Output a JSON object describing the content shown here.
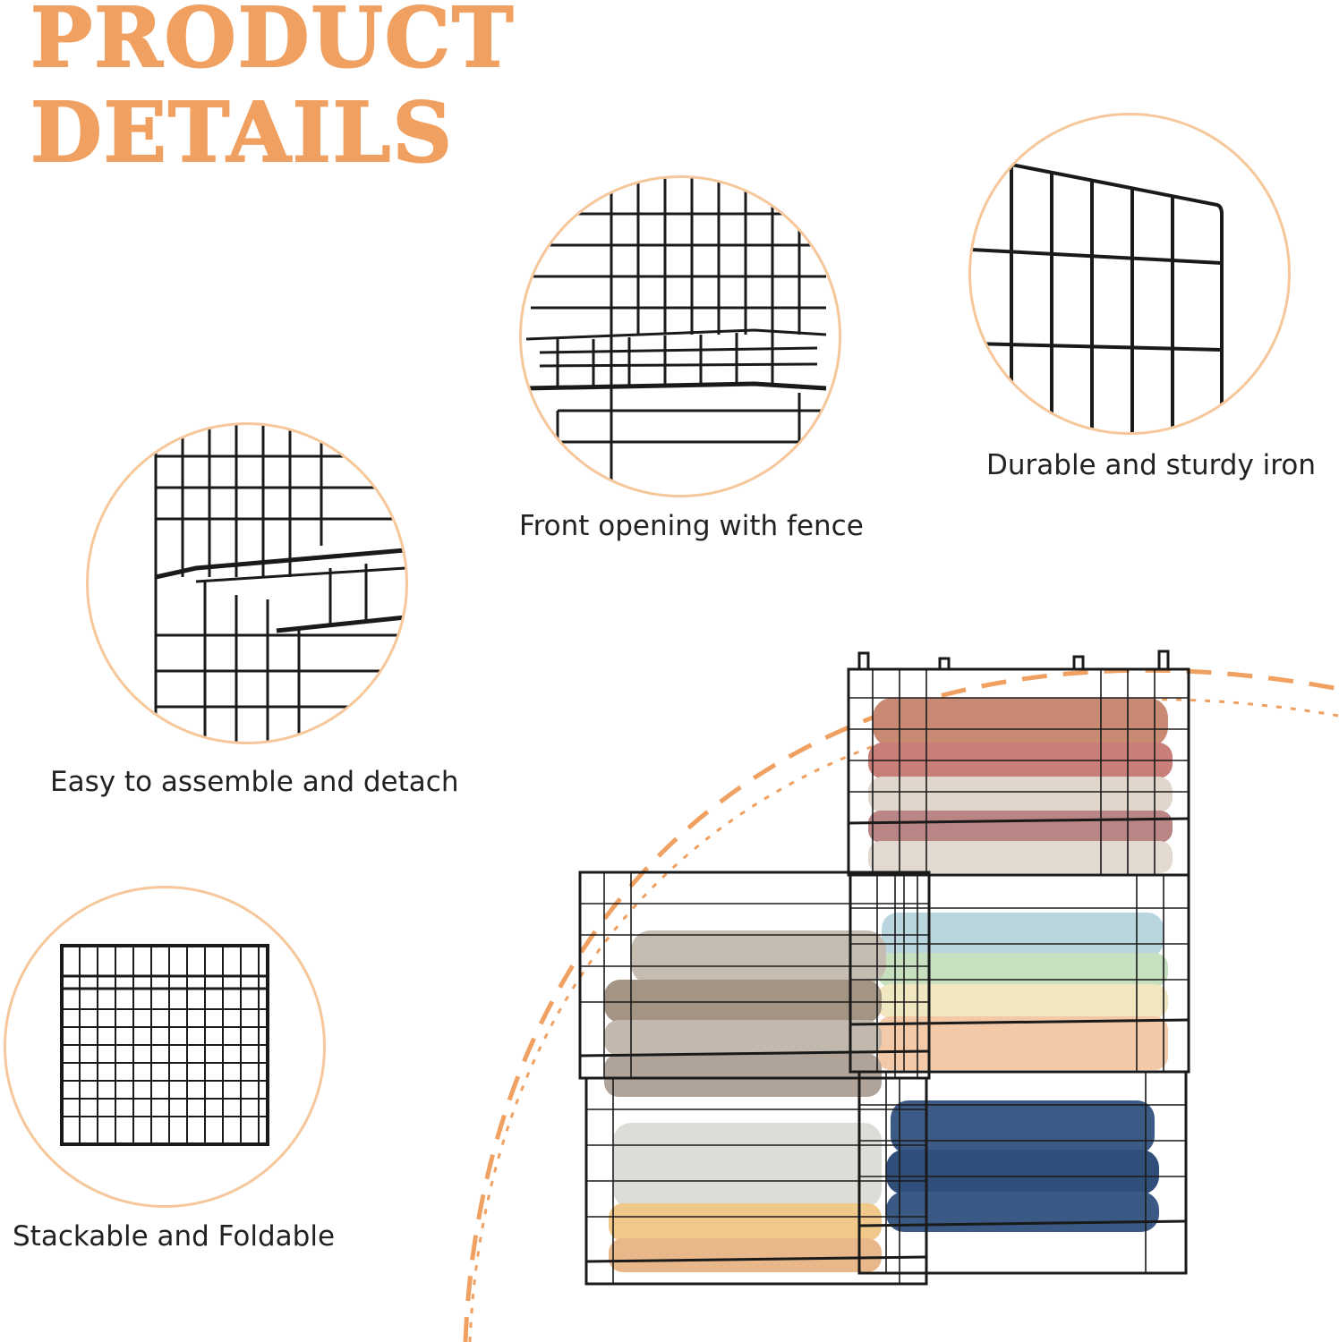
{
  "title": {
    "line1": "PRODUCT",
    "line2": "DETAILS"
  },
  "features": [
    {
      "label": "Front opening with fence",
      "icon": "wire-fence-closeup-icon"
    },
    {
      "label": "Durable and sturdy iron",
      "icon": "iron-grid-closeup-icon"
    },
    {
      "label": "Easy to assemble and detach",
      "icon": "stacking-joint-closeup-icon"
    },
    {
      "label": "Stackable and Foldable",
      "icon": "folded-basket-icon"
    }
  ],
  "colors": {
    "accent": "#f0a060",
    "circle_border": "#f6c79a",
    "wire": "#1a1a1a",
    "text": "#222222"
  }
}
